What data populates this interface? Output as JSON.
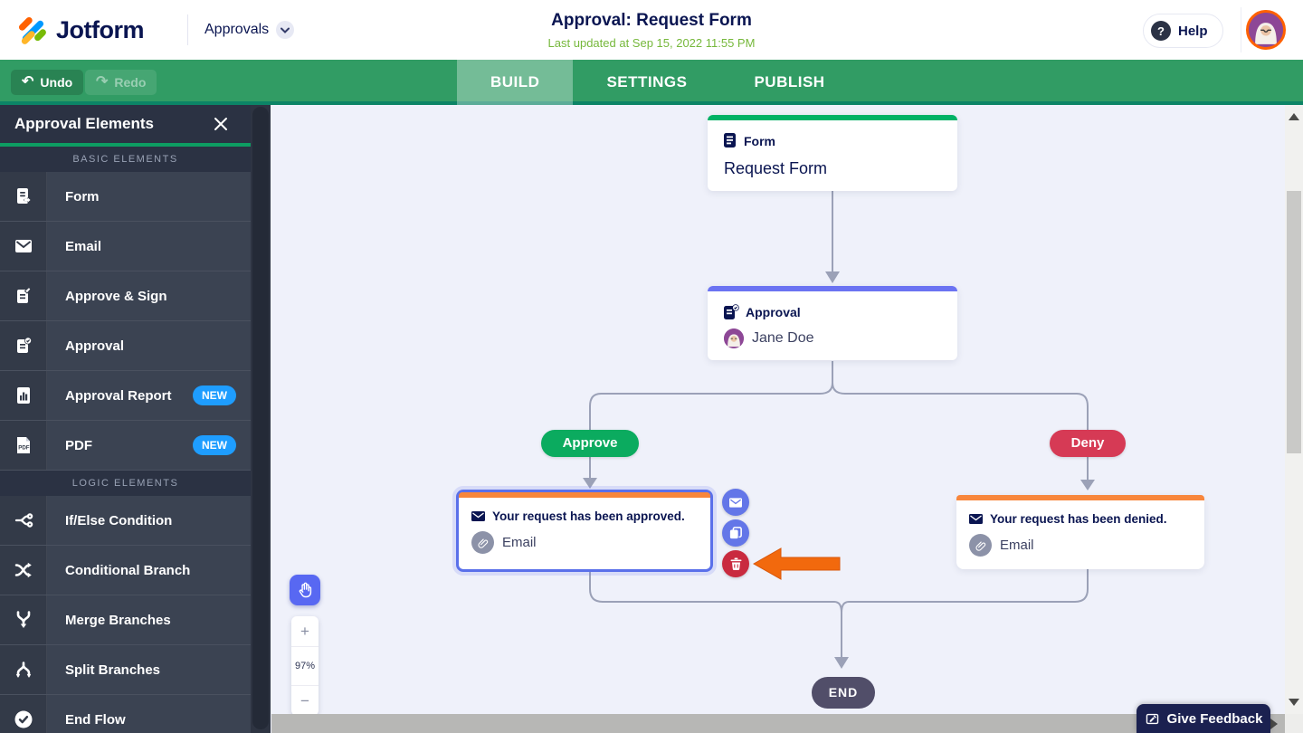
{
  "header": {
    "logo_text": "Jotform",
    "nav_current": "Approvals",
    "title": "Approval: Request Form",
    "subtitle": "Last updated at Sep 15, 2022 11:55 PM",
    "help_q": "?",
    "help_label": "Help"
  },
  "toolbar": {
    "undo_label": "Undo",
    "redo_label": "Redo",
    "undo_icon": "↶",
    "redo_icon": "↷",
    "tabs": [
      {
        "label": "BUILD",
        "active": true
      },
      {
        "label": "SETTINGS",
        "active": false
      },
      {
        "label": "PUBLISH",
        "active": false
      }
    ]
  },
  "sidebar": {
    "title": "Approval Elements",
    "close_icon": "close-icon",
    "sections": [
      {
        "label": "BASIC ELEMENTS",
        "items": [
          {
            "label": "Form",
            "icon": "form-icon"
          },
          {
            "label": "Email",
            "icon": "email-icon"
          },
          {
            "label": "Approve & Sign",
            "icon": "approve-sign-icon"
          },
          {
            "label": "Approval",
            "icon": "approval-icon"
          },
          {
            "label": "Approval Report",
            "icon": "report-icon",
            "badge": "NEW"
          },
          {
            "label": "PDF",
            "icon": "pdf-icon",
            "badge": "NEW"
          }
        ]
      },
      {
        "label": "LOGIC ELEMENTS",
        "items": [
          {
            "label": "If/Else Condition",
            "icon": "if-else-icon"
          },
          {
            "label": "Conditional Branch",
            "icon": "conditional-branch-icon"
          },
          {
            "label": "Merge Branches",
            "icon": "merge-icon"
          },
          {
            "label": "Split Branches",
            "icon": "split-icon"
          },
          {
            "label": "End Flow",
            "icon": "end-flow-icon"
          }
        ]
      }
    ]
  },
  "canvas": {
    "form_node": {
      "type_label": "Form",
      "title": "Request Form"
    },
    "approval_node": {
      "type_label": "Approval",
      "assignee": "Jane Doe"
    },
    "branches": {
      "approve_label": "Approve",
      "deny_label": "Deny"
    },
    "approved_email_node": {
      "title": "Your request has been approved.",
      "subtitle": "Email"
    },
    "denied_email_node": {
      "title": "Your request has been denied.",
      "subtitle": "Email"
    },
    "end_label": "END",
    "zoom_in": "+",
    "zoom_level": "97%",
    "zoom_out": "−"
  },
  "feedback_button": "Give Feedback",
  "colors": {
    "brand_navy": "#0a1551",
    "toolbar_green": "#319c64",
    "updated_green": "#76b83b",
    "sidebar_dark": "#3b4352",
    "badge_blue": "#1e9dff",
    "form_bar_green": "#00b266",
    "approval_bar_indigo": "#6b73f2",
    "email_bar_orange": "#f8863b",
    "selected_border_blue": "#5a70ea",
    "approve_green": "#0bab5f",
    "deny_red": "#d63a55",
    "action_blue": "#6376e8",
    "action_red": "#c92a3f",
    "pointer_arrow_orange": "#f2690d",
    "end_node_dark": "#514e69",
    "avatar_ring_orange": "#ff6100"
  }
}
